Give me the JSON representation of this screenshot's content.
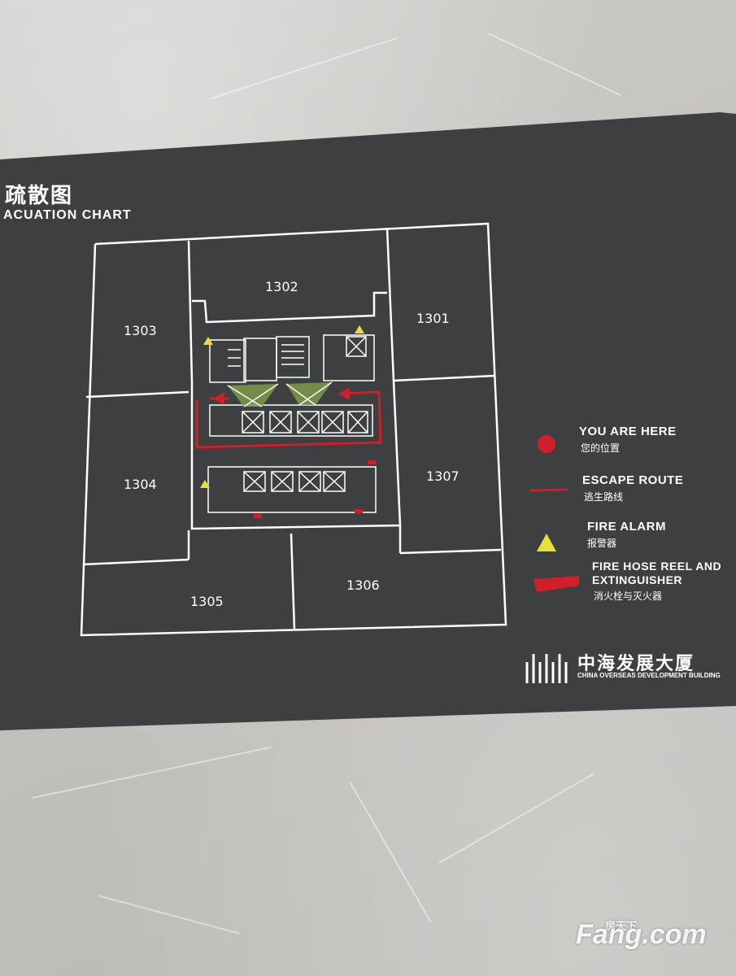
{
  "sign": {
    "title_cn": "疏散图",
    "title_en": "ACUATION CHART"
  },
  "rooms": [
    {
      "id": "1301",
      "label": "1301"
    },
    {
      "id": "1302",
      "label": "1302"
    },
    {
      "id": "1303",
      "label": "1303"
    },
    {
      "id": "1304",
      "label": "1304"
    },
    {
      "id": "1305",
      "label": "1305"
    },
    {
      "id": "1306",
      "label": "1306"
    },
    {
      "id": "1307",
      "label": "1307"
    }
  ],
  "legend": {
    "you_are_here": {
      "en": "YOU ARE HERE",
      "cn": "您的位置",
      "icon": "red-dot-icon"
    },
    "escape_route": {
      "en": "ESCAPE ROUTE",
      "cn": "逃生路线",
      "icon": "red-line-icon"
    },
    "fire_alarm": {
      "en": "FIRE ALARM",
      "cn": "报警器",
      "icon": "yellow-triangle-icon"
    },
    "fire_hose": {
      "en_line1": "FIRE HOSE REEL AND",
      "en_line2": "EXTINGUISHER",
      "cn": "消火栓与灭火器",
      "icon": "red-wedge-icon"
    }
  },
  "brand": {
    "name_cn": "中海发展大厦",
    "name_en": "CHINA OVERSEAS DEVELOPMENT BUILDING"
  },
  "watermark": {
    "text": "Fang.com",
    "cn": "房天下"
  },
  "colors": {
    "sign_bg": "#3d3f41",
    "line": "#ffffff",
    "route": "#d01f2a",
    "alarm": "#e9df3a",
    "stair": "#7f9a4a"
  }
}
